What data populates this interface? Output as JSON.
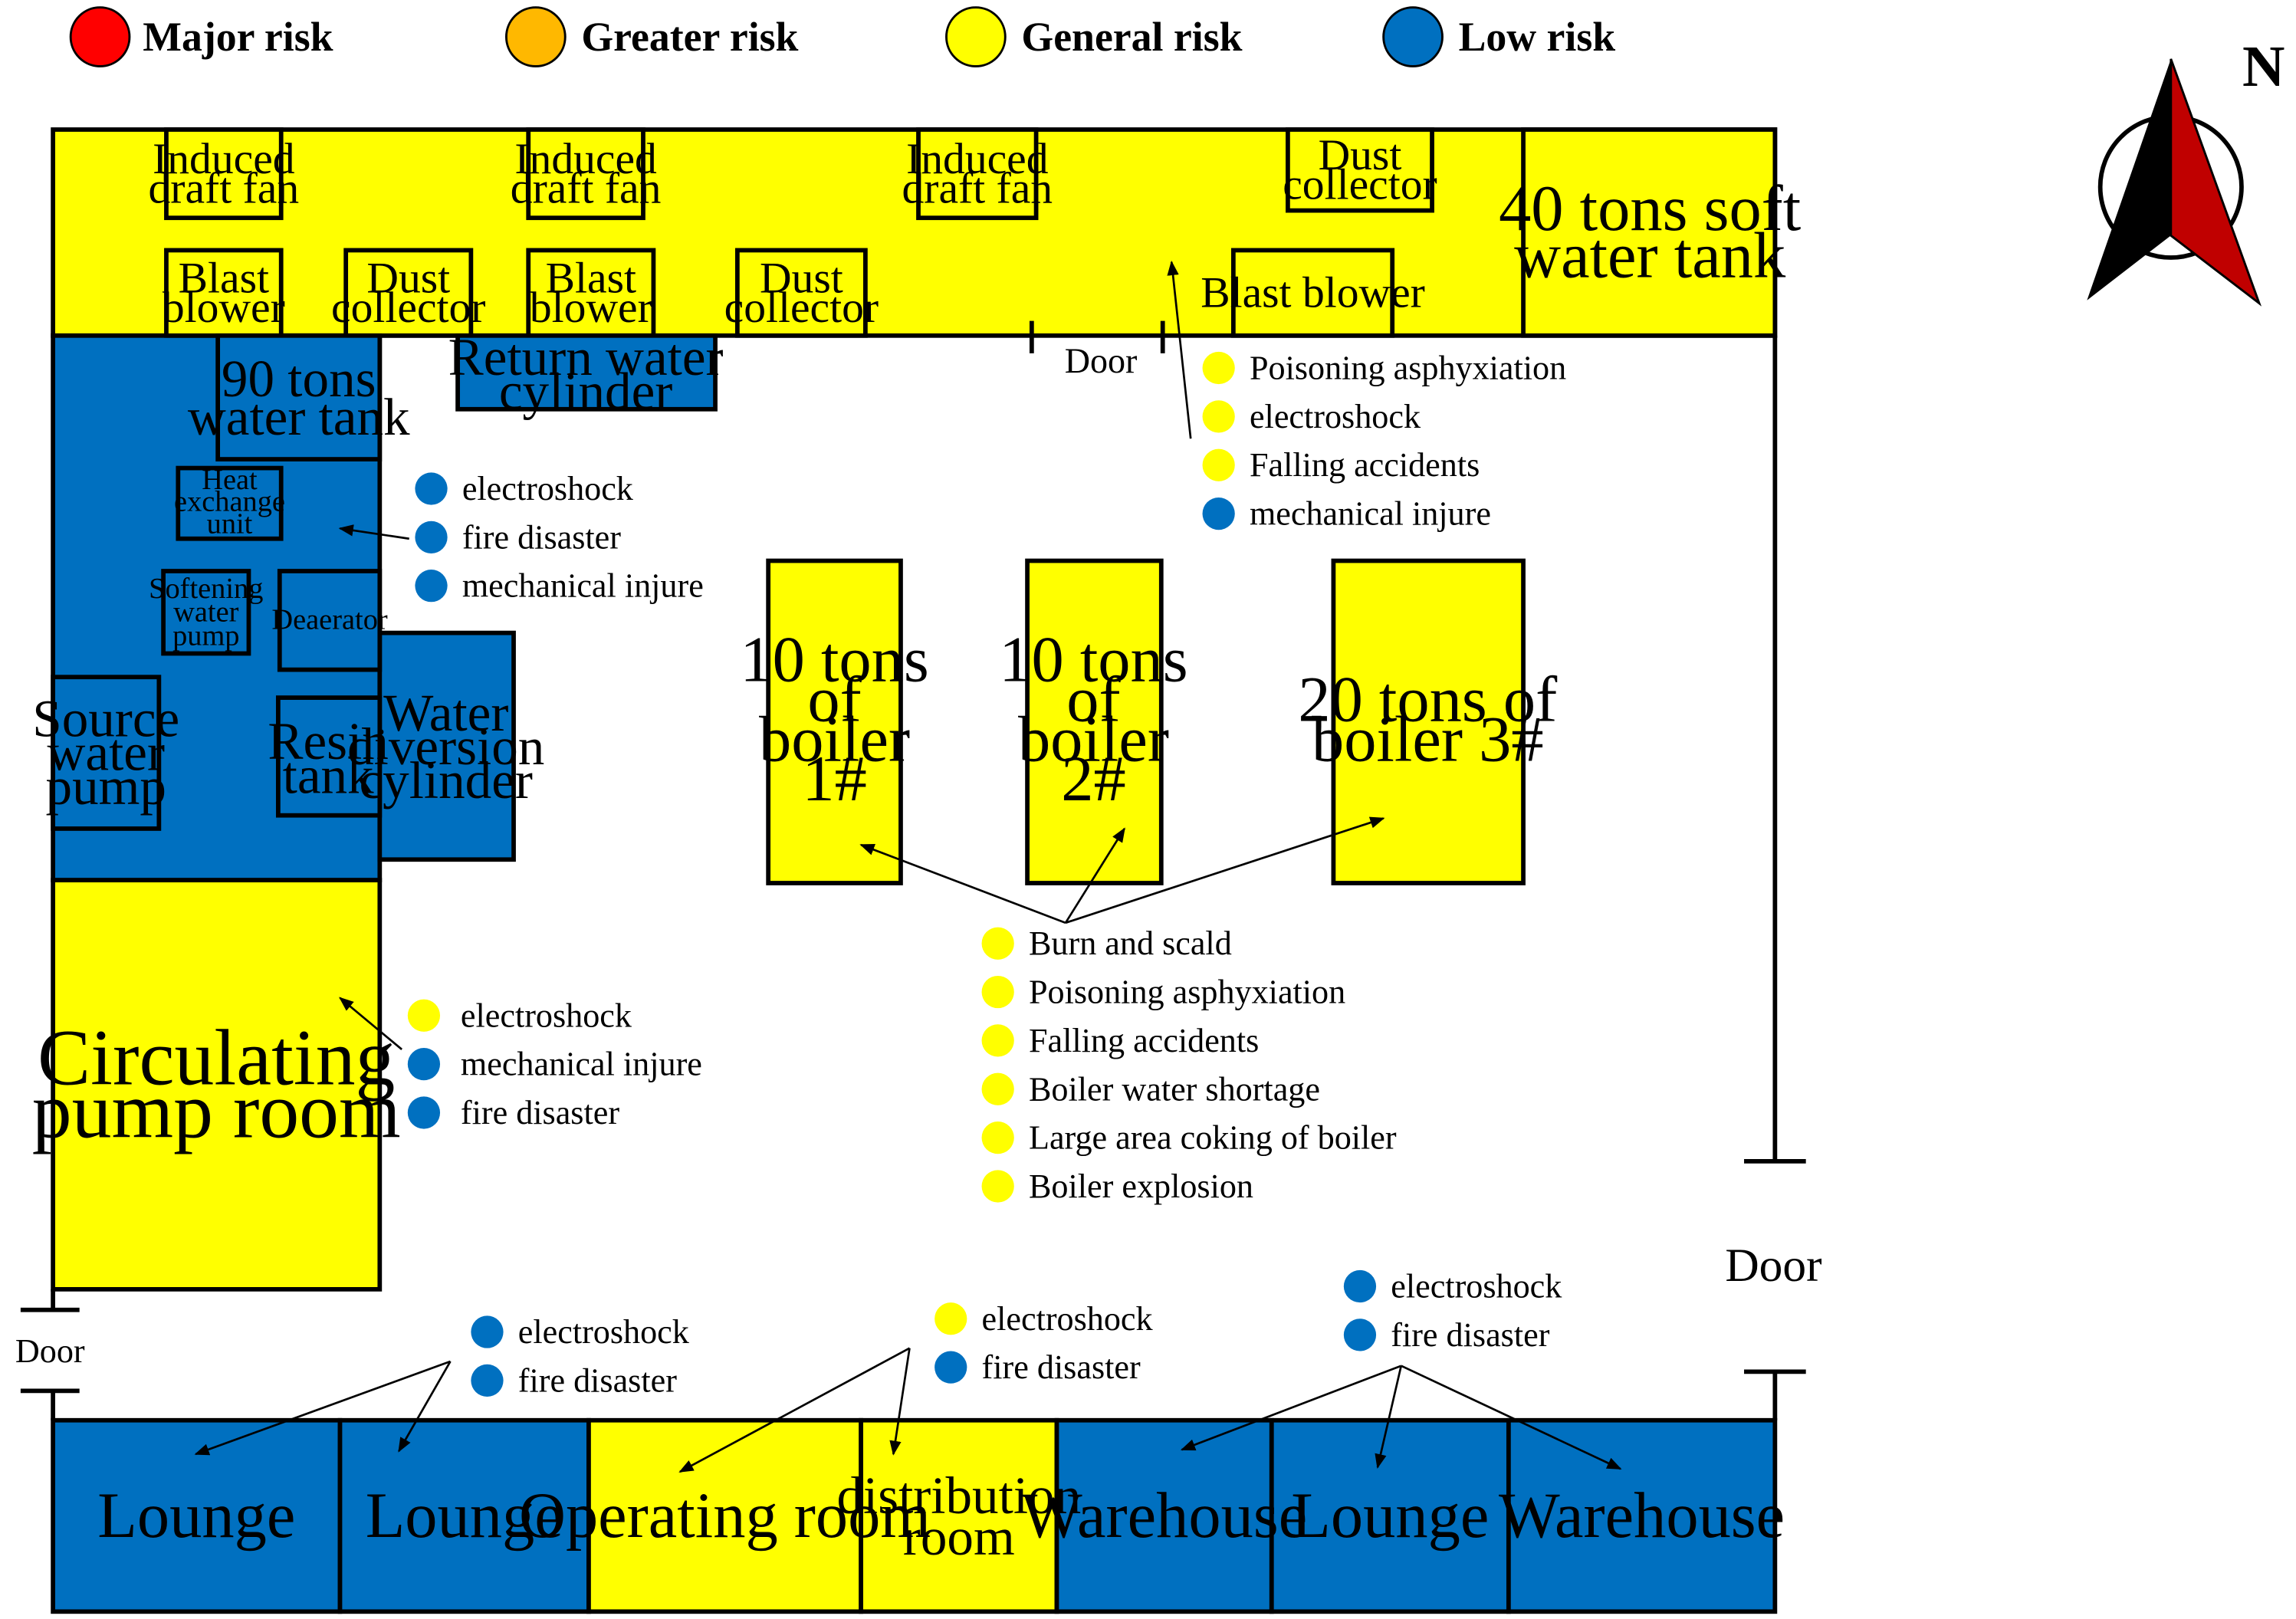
{
  "colors": {
    "major": "#ff0000",
    "greater": "#ffb800",
    "general": "#ffff00",
    "low": "#0070c0",
    "outline": "#000000"
  },
  "legend": {
    "major": "Major risk",
    "greater": "Greater risk",
    "general": "General risk",
    "low": "Low risk"
  },
  "compass": {
    "label": "N"
  },
  "equipment": {
    "induced_fan_1": [
      "Induced",
      "draft fan"
    ],
    "induced_fan_2": [
      "Induced",
      "draft fan"
    ],
    "induced_fan_3": [
      "Induced",
      "draft fan"
    ],
    "dust_collector_top": [
      "Dust",
      "collector"
    ],
    "soft_water_tank": [
      "40 tons soft",
      "water tank"
    ],
    "blast_blower_1": [
      "Blast",
      "blower"
    ],
    "dust_collector_1": [
      "Dust",
      "collector"
    ],
    "blast_blower_2": [
      "Blast",
      "blower"
    ],
    "dust_collector_2": [
      "Dust",
      "collector"
    ],
    "blast_blower_3": "Blast blower",
    "water_tank_90": [
      "90 tons",
      "water tank"
    ],
    "return_water_cylinder": [
      "Return water",
      "cylinder"
    ],
    "heat_exchange_unit": [
      "Heat",
      "exchange",
      "unit"
    ],
    "softening_pump": [
      "Softening",
      "water",
      "pump"
    ],
    "deaerator": "Deaerator",
    "source_water_pump": [
      "Source",
      "water",
      "pump"
    ],
    "resin_tank": [
      "Resin",
      "tank"
    ],
    "water_diversion_cylinder": [
      "Water",
      "diversion",
      "cylinder"
    ],
    "boiler_1": [
      "10 tons",
      "of",
      "boiler",
      "1#"
    ],
    "boiler_2": [
      "10 tons",
      "of",
      "boiler",
      "2#"
    ],
    "boiler_3": [
      "20 tons of",
      "boiler 3#"
    ],
    "circulating_pump_room": [
      "Circulating",
      "pump room"
    ]
  },
  "doors": {
    "top": "Door",
    "right": "Door",
    "left": "Door"
  },
  "bottom_rooms": [
    {
      "label": [
        "Lounge"
      ],
      "risk": "low"
    },
    {
      "label": [
        "Lounge"
      ],
      "risk": "low"
    },
    {
      "label": [
        "Operating room"
      ],
      "risk": "general"
    },
    {
      "label": [
        "distribution",
        "room"
      ],
      "risk": "general"
    },
    {
      "label": [
        "Warehouse"
      ],
      "risk": "low"
    },
    {
      "label": [
        "Lounge"
      ],
      "risk": "low"
    },
    {
      "label": [
        "Warehouse"
      ],
      "risk": "low"
    }
  ],
  "risk_groups": {
    "top_area": [
      {
        "text": "Poisoning asphyxiation",
        "level": "general"
      },
      {
        "text": "electroshock",
        "level": "general"
      },
      {
        "text": "Falling accidents",
        "level": "general"
      },
      {
        "text": "mechanical injure",
        "level": "low"
      }
    ],
    "water_treatment": [
      {
        "text": "electroshock",
        "level": "low"
      },
      {
        "text": "fire disaster",
        "level": "low"
      },
      {
        "text": "mechanical injure",
        "level": "low"
      }
    ],
    "boilers": [
      {
        "text": "Burn and scald",
        "level": "general"
      },
      {
        "text": "Poisoning asphyxiation",
        "level": "general"
      },
      {
        "text": "Falling accidents",
        "level": "general"
      },
      {
        "text": "Boiler water shortage",
        "level": "general"
      },
      {
        "text": "Large area coking of boiler",
        "level": "general"
      },
      {
        "text": "Boiler explosion",
        "level": "general"
      }
    ],
    "pump_room": [
      {
        "text": "electroshock",
        "level": "general"
      },
      {
        "text": "mechanical injure",
        "level": "low"
      },
      {
        "text": "fire disaster",
        "level": "low"
      }
    ],
    "lounges": [
      {
        "text": "electroshock",
        "level": "low"
      },
      {
        "text": "fire disaster",
        "level": "low"
      }
    ],
    "operating": [
      {
        "text": "electroshock",
        "level": "general"
      },
      {
        "text": "fire disaster",
        "level": "low"
      }
    ],
    "warehouses": [
      {
        "text": "electroshock",
        "level": "low"
      },
      {
        "text": "fire disaster",
        "level": "low"
      }
    ]
  }
}
